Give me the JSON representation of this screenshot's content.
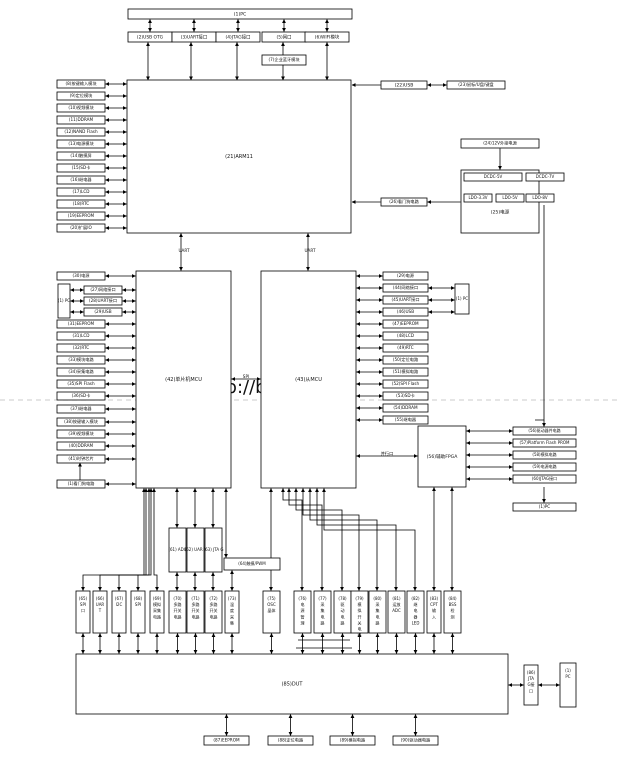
{
  "watermark": "http://blog.csdn.",
  "bus_labels": {
    "uart_left": "UART",
    "uart_right": "UART",
    "spi_mid": "SPI",
    "parallel": "并行口"
  },
  "top": {
    "pc": "(1)PC",
    "ports": [
      "(2)USB OTG",
      "(3)UART接口",
      "(4)JTAG接口",
      "(5)网口",
      "(6)WIFI模块"
    ],
    "bt": "(7)企业蓝牙模块"
  },
  "arm": {
    "name": "(21)ARM11",
    "left": [
      "(8)按键输入模块",
      "(9)定位模块",
      "(10)视频模块",
      "(11)DDRAM",
      "(12)NAND Flash",
      "(13)电源模块",
      "(14)触摸屏",
      "(15)SD卡",
      "(16)继电器",
      "(17)LCD",
      "(18)RTC",
      "(19)EEPROM",
      "(20)扩展IO"
    ],
    "usb": "(22)USB",
    "kb": "(23)鼠标/U盘/键盘"
  },
  "power": {
    "in": "(24)12V外接电源",
    "title": "(25)电源",
    "rails": [
      "DCDC-5V",
      "DCDC-7V",
      "LDO-3.3V",
      "LDO-5V",
      "LDO-8V"
    ],
    "wdt": "(26)看门狗电路"
  },
  "mcu1": {
    "name": "(42)单片机MCU",
    "bus": [
      "(27)网络接口",
      "(28)UART接口",
      "(29)USB"
    ],
    "pc": "(1) PC",
    "side": [
      "(30)电源",
      "(31)EEPROM",
      "(31)LCD",
      "(32)RTC",
      "(33)模块电路",
      "(34)采集电路",
      "(35)SPI Flash",
      "(36)SD卡",
      "(37)继电器",
      "(38)按键输入模块",
      "(39)视频模块",
      "(40)DDRAM",
      "(41)时钟芯片"
    ],
    "reset": "(1)看门狗电路",
    "adc": "(61) ADC",
    "uart": "(62) UAR T",
    "jtag": "(63) JTA G",
    "pwm": "(64)触摸/PWM"
  },
  "mcu2": {
    "name": "(43)从MCU",
    "side": [
      "(29)电源",
      "(44)网络接口",
      "(45)UART接口",
      "(46)USB",
      "(47)EEPROM",
      "(48)LCD",
      "(49)RTC",
      "(50)定位电路",
      "(51)模拟电路",
      "(52)SPI Flash",
      "(53)SD卡",
      "(54)DDRAM",
      "(55)继电器"
    ],
    "pc": "(1) PC"
  },
  "fpga": {
    "name": "(56)辅助FPGA",
    "side": [
      "(56)驱动器件电路",
      "(57)Platform Flash PROM",
      "(58)模拟电路",
      "(59)电源电路",
      "(60)JTAG接口"
    ],
    "pc": "(1)PC"
  },
  "modules": [
    "(65) SPI 口",
    "(66) UAR T",
    "(67) I2C",
    "(68) SPI",
    "(69) 模拟 采集 电路",
    "(70) 多路 开关 电路",
    "(71) 多路 开关 电路",
    "(72) 多路 开关 电路",
    "(73) 温 度 采 集",
    "(75) OSC 晶体",
    "(76) 电 源 管 理",
    "(77) 采 集 电 路",
    "(78) 驱 动 电 路",
    "(79) 模 拟 开 关 电 路",
    "(80) 采 集 电 路",
    "(81) 运放 ADC",
    "(82) 继 电 器 LED",
    "(83) CPT 输 入",
    "(84) BSS 检 测"
  ],
  "dut": {
    "name": "(85)DUT",
    "jtag": "(86) JTA G接 口",
    "pc": "(1) PC",
    "bottom": [
      "(87)EEPROM",
      "(88)定位电路",
      "(89)模拟电路",
      "(90)驱动器电路"
    ]
  }
}
